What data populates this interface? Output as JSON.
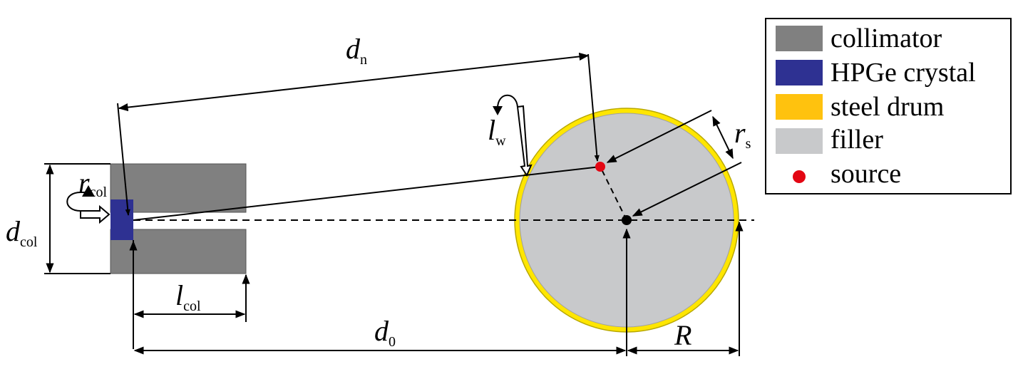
{
  "colors": {
    "collimator": "#808080",
    "crystal": "#2e3192",
    "drum_shell": "#ffe600",
    "drum_outline": "#c8b400",
    "filler": "#c8c9cb",
    "source": "#e30613",
    "line": "#000000"
  },
  "labels": {
    "d_n": {
      "main": "d",
      "sub": "n"
    },
    "d_col": {
      "main": "d",
      "sub": "col"
    },
    "r_col": {
      "main": "r",
      "sub": "col"
    },
    "l_col": {
      "main": "l",
      "sub": "col"
    },
    "l_w": {
      "main": "l",
      "sub": "w"
    },
    "r_s": {
      "main": "r",
      "sub": "s"
    },
    "d_0": {
      "main": "d",
      "sub": "0"
    },
    "R": {
      "main": "R"
    }
  },
  "legend": {
    "items": [
      {
        "label": "collimator",
        "color": "#808080",
        "shape": "rect"
      },
      {
        "label": "HPGe crystal",
        "color": "#2e3192",
        "shape": "rect"
      },
      {
        "label": "steel drum",
        "color": "#ffc20e",
        "shape": "rect"
      },
      {
        "label": "filler",
        "color": "#c8c9cb",
        "shape": "rect"
      },
      {
        "label": "source",
        "color": "#e30613",
        "shape": "dot"
      }
    ]
  }
}
